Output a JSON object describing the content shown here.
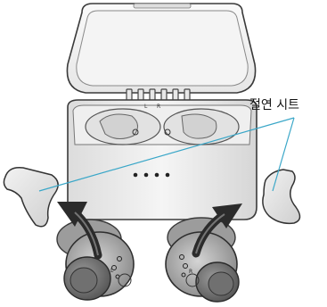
{
  "callout": {
    "label": "절연 시트"
  },
  "earbuds": {
    "left_marker": "L",
    "right_marker": "R"
  }
}
